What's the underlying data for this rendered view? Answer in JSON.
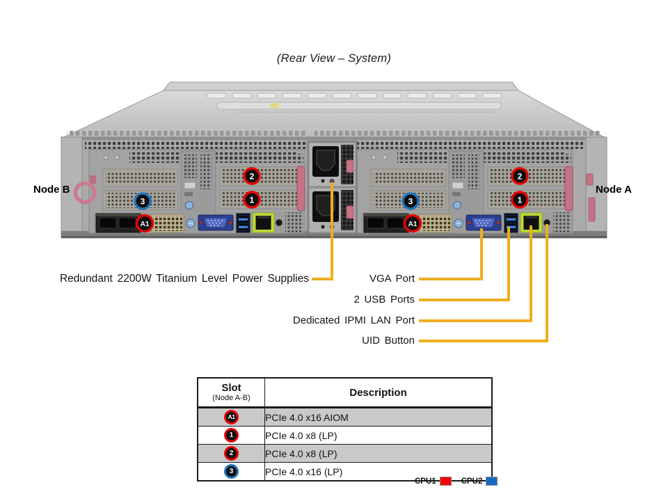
{
  "title": "(Rear View – System)",
  "nodes": {
    "left": "Node B",
    "right": "Node A"
  },
  "badges": {
    "a1": "A1",
    "s1": "1",
    "s2": "2",
    "s3": "3"
  },
  "callouts": {
    "psu": "Redundant 2200W Titanium Level Power Supplies",
    "vga": "VGA Port",
    "usb": "2 USB Ports",
    "ipmi": "Dedicated IPMI LAN Port",
    "uid": "UID Button"
  },
  "table": {
    "header": {
      "slot": "Slot",
      "slot_sub": "(Node A-B)",
      "description": "Description"
    },
    "rows": [
      {
        "slot": "A1",
        "badge_color": "red",
        "description": "PCIe 4.0 x16 AIOM"
      },
      {
        "slot": "1",
        "badge_color": "red",
        "description": "PCIe 4.0 x8 (LP)"
      },
      {
        "slot": "2",
        "badge_color": "red",
        "description": "PCIe 4.0 x8 (LP)"
      },
      {
        "slot": "3",
        "badge_color": "blue",
        "description": "PCIe 4.0 x16 (LP)"
      }
    ]
  },
  "legend": {
    "cpu1": "CPU1",
    "cpu2": "CPU2"
  },
  "colors": {
    "callout_line": "#EFAE1D",
    "badge_red": "#E60404",
    "badge_blue": "#1D74BB",
    "cpu1_red": "#F40606",
    "cpu2_blue": "#1669C1",
    "row_shade": "#C9C9C9",
    "lan_green": "#BCDA39",
    "vga_blue": "#2C3F92",
    "latch_pink": "#C57186"
  }
}
